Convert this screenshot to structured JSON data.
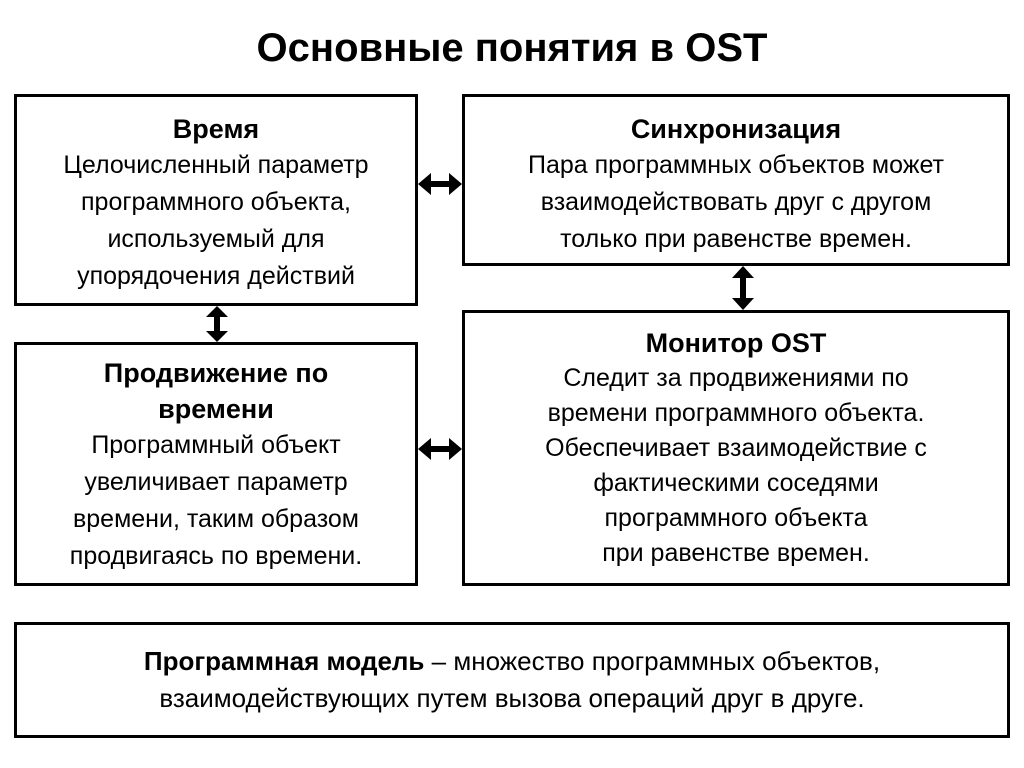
{
  "title": "Основные понятия в OST",
  "boxes": {
    "time": {
      "heading": "Время",
      "body": "Целочисленный параметр\nпрограммного объекта,\nиспользуемый для\nупорядочения действий"
    },
    "sync": {
      "heading": "Синхронизация",
      "body": "Пара программных объектов может\nвзаимодействовать друг с другом\nтолько при равенстве времен."
    },
    "advance": {
      "heading": "Продвижение по\nвремени",
      "body": "Программный объект\nувеличивает параметр\nвремени, таким образом\nпродвигаясь по времени."
    },
    "monitor": {
      "heading": "Монитор OST",
      "body": "Следит за продвижениями по\nвремени программного объекта.\nОбеспечивает взаимодействие с\nфактическими соседями\nпрограммного объекта\nпри равенстве времен."
    }
  },
  "model": {
    "term": "Программная модель",
    "definition": " – множество программных объектов,",
    "line2": "взаимодействующих путем вызова операций друг в друге."
  }
}
